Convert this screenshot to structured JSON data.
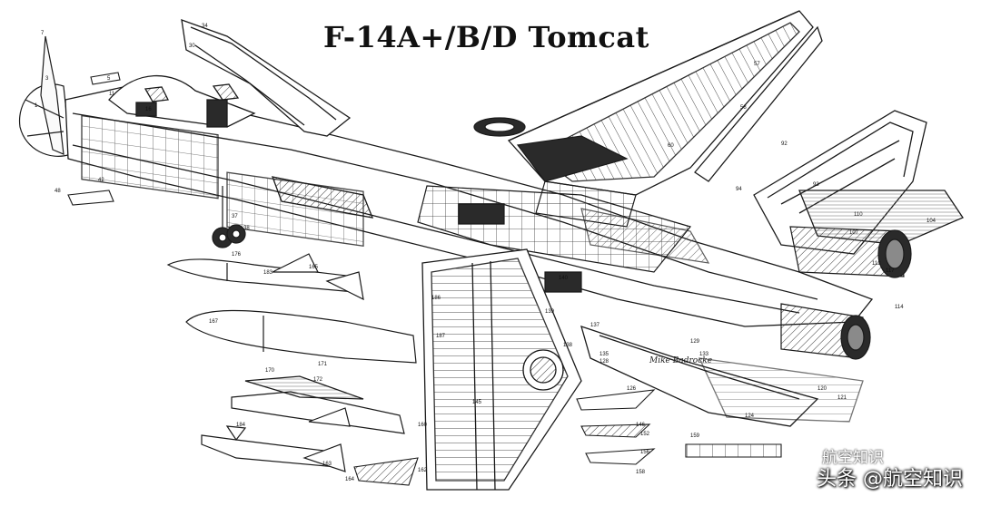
{
  "title": "F-14A+/B/D Tomcat",
  "artist_signature": "Mike Badrocke",
  "watermark": {
    "main": "头条 @航空知识",
    "secondary": "航空知识"
  },
  "colors": {
    "ink": "#1a1a1a",
    "dark_fill": "#2a2a2a",
    "mid_fill": "#8a8a8a",
    "light_fill": "#d6d6d6",
    "background": "#ffffff"
  },
  "callouts": [
    "7",
    "3",
    "1",
    "5",
    "11",
    "16",
    "30",
    "34",
    "37",
    "38",
    "42",
    "48",
    "57",
    "58",
    "60",
    "92",
    "93",
    "94",
    "104",
    "107",
    "110",
    "112",
    "114",
    "117",
    "120",
    "121",
    "124",
    "126",
    "128",
    "129",
    "133",
    "135",
    "137",
    "138",
    "139",
    "140",
    "145",
    "146",
    "152",
    "156",
    "158",
    "159",
    "160",
    "162",
    "163",
    "164",
    "165",
    "167",
    "170",
    "171",
    "172",
    "176",
    "183",
    "184",
    "186",
    "187"
  ]
}
